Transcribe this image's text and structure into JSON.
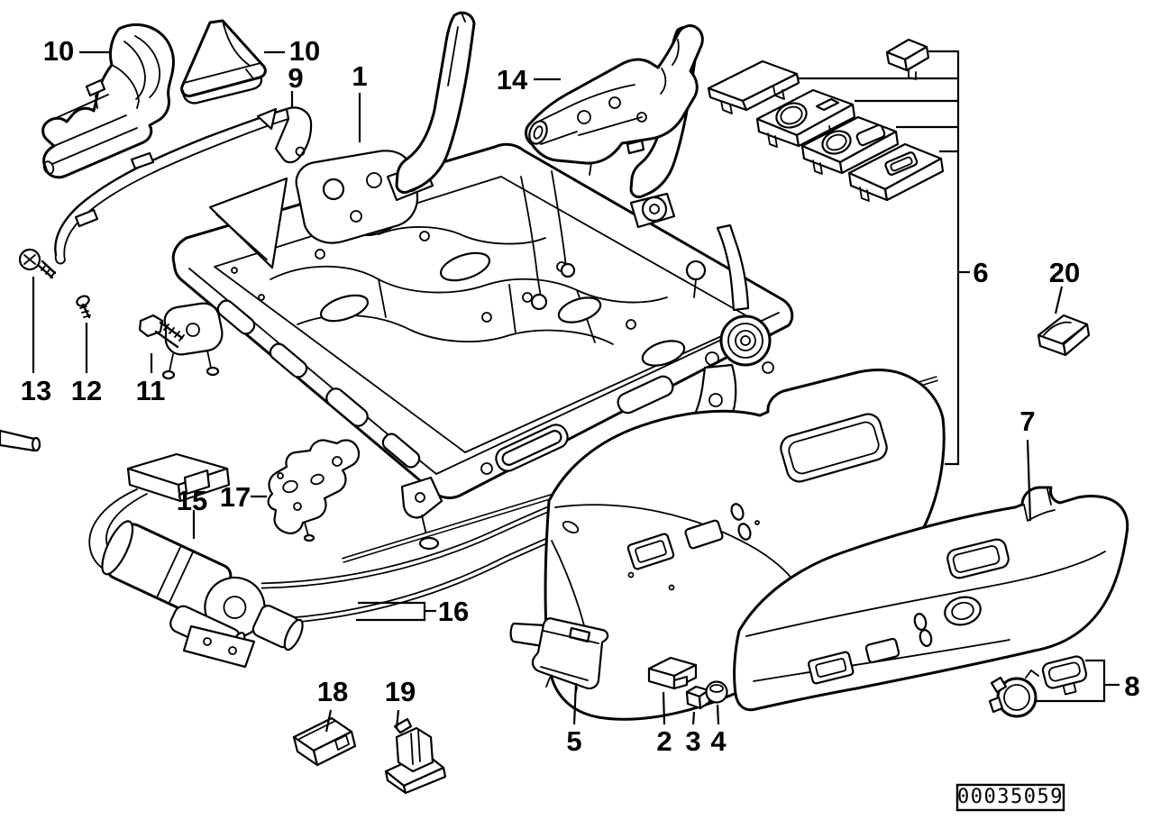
{
  "diagram": {
    "type": "exploded-parts-diagram",
    "colors": {
      "ink": "#000000",
      "paper": "#ffffff"
    },
    "callouts": [
      {
        "label": "10"
      },
      {
        "label": "10"
      },
      {
        "label": "9"
      },
      {
        "label": "1"
      },
      {
        "label": "14"
      },
      {
        "label": "6"
      },
      {
        "label": "20"
      },
      {
        "label": "13"
      },
      {
        "label": "12"
      },
      {
        "label": "11"
      },
      {
        "label": "15"
      },
      {
        "label": "17"
      },
      {
        "label": "16"
      },
      {
        "label": "7"
      },
      {
        "label": "5"
      },
      {
        "label": "2"
      },
      {
        "label": "3"
      },
      {
        "label": "4"
      },
      {
        "label": "18"
      },
      {
        "label": "19"
      },
      {
        "label": "8"
      }
    ],
    "plate_number": "00035059"
  }
}
